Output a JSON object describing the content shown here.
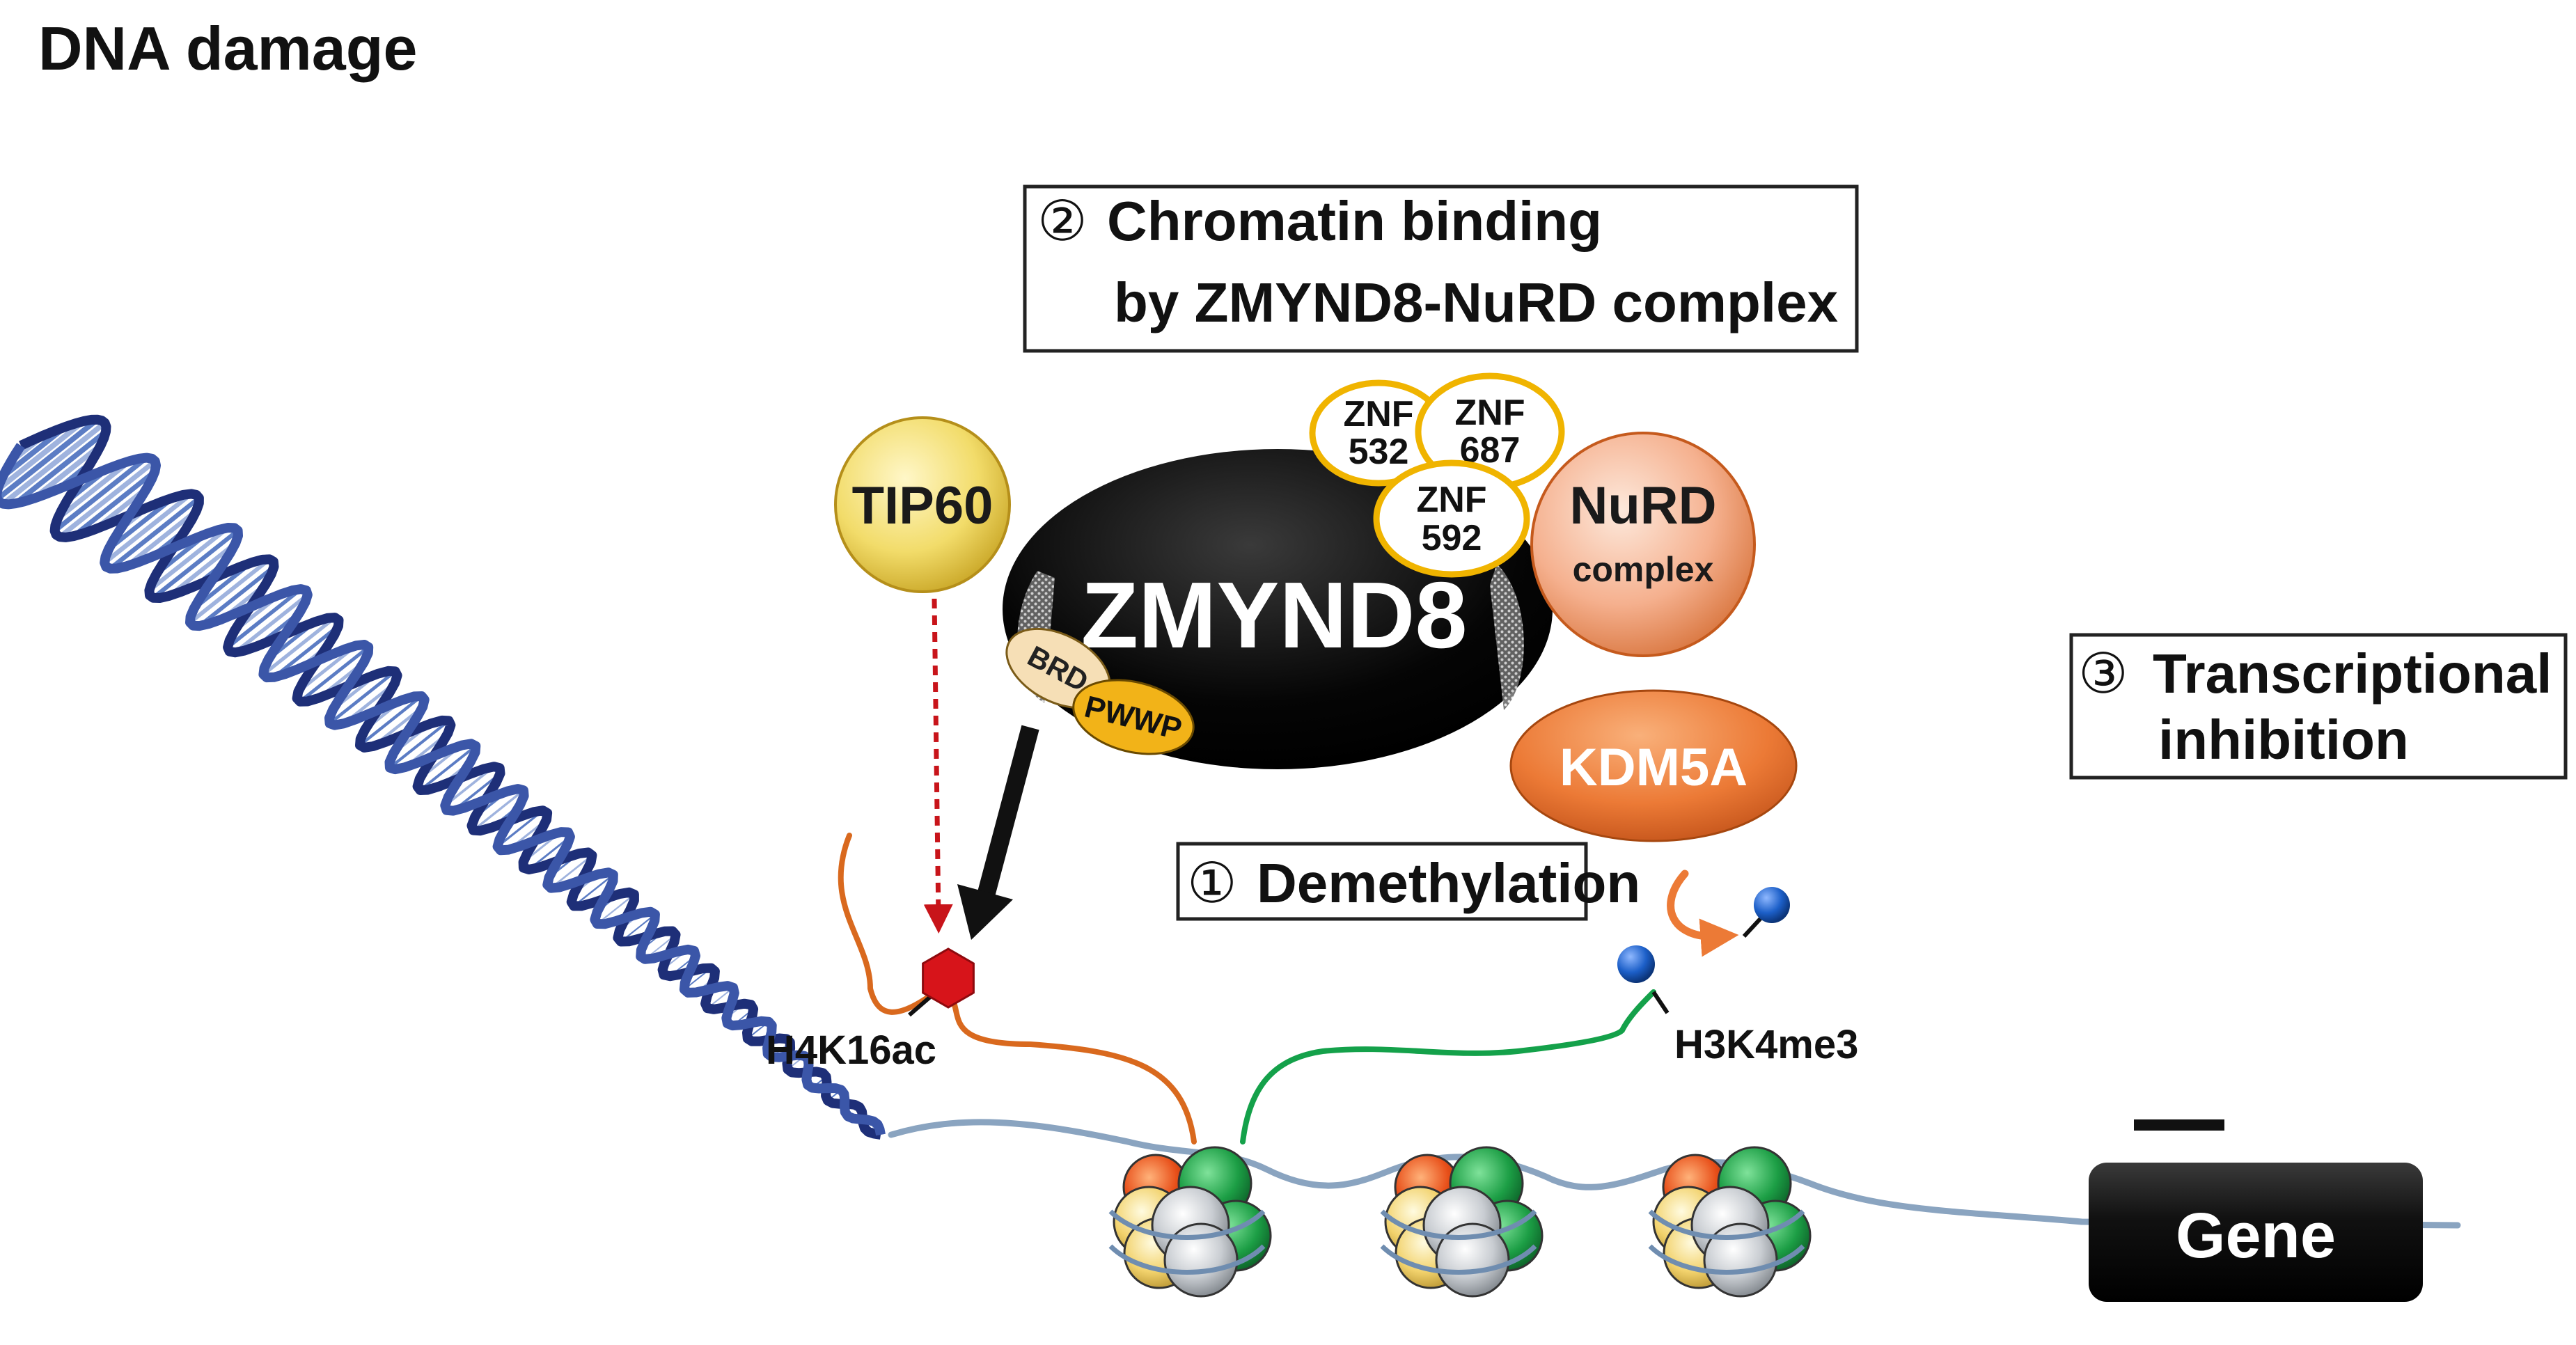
{
  "title": "DNA damage",
  "steps": {
    "chromatin_binding": {
      "number": "②",
      "line1": "Chromatin binding",
      "line2": "by ZMYND8-NuRD complex"
    },
    "demethylation": {
      "number": "①",
      "label": "Demethylation"
    },
    "transcriptional_inhibition": {
      "number": "③",
      "line1": "Transcriptional",
      "line2": "inhibition"
    }
  },
  "proteins": {
    "tip60": "TIP60",
    "zmynd8": "ZMYND8",
    "brd": "BRD",
    "pwwp": "PWWP",
    "znf532": {
      "line1": "ZNF",
      "line2": "532"
    },
    "znf687": {
      "line1": "ZNF",
      "line2": "687"
    },
    "znf592": {
      "line1": "ZNF",
      "line2": "592"
    },
    "nurd": {
      "line1": "NuRD",
      "line2": "complex"
    },
    "kdm5a": "KDM5A"
  },
  "marks": {
    "h4k16ac": "H4K16ac",
    "h3k4me3": "H3K4me3"
  },
  "gene": "Gene",
  "colors": {
    "tip60": "#f2dc6a",
    "zmynd8": "#000000",
    "znf_border": "#f0b400",
    "nurd": "#f5b08e",
    "kdm5a": "#ec7a36",
    "pwwp": "#f2b318",
    "brd": "#f6dfb6",
    "acetyl_mark": "#d7141a",
    "methyl_mark": "#1c5fc8",
    "h4_tail": "#d9691e",
    "h3_tail": "#14a14a",
    "dna_linker": "#8aa4c0",
    "helix": "#1e2f78",
    "tip60_arrow": "#c8141a",
    "gene_box": "#111111"
  }
}
